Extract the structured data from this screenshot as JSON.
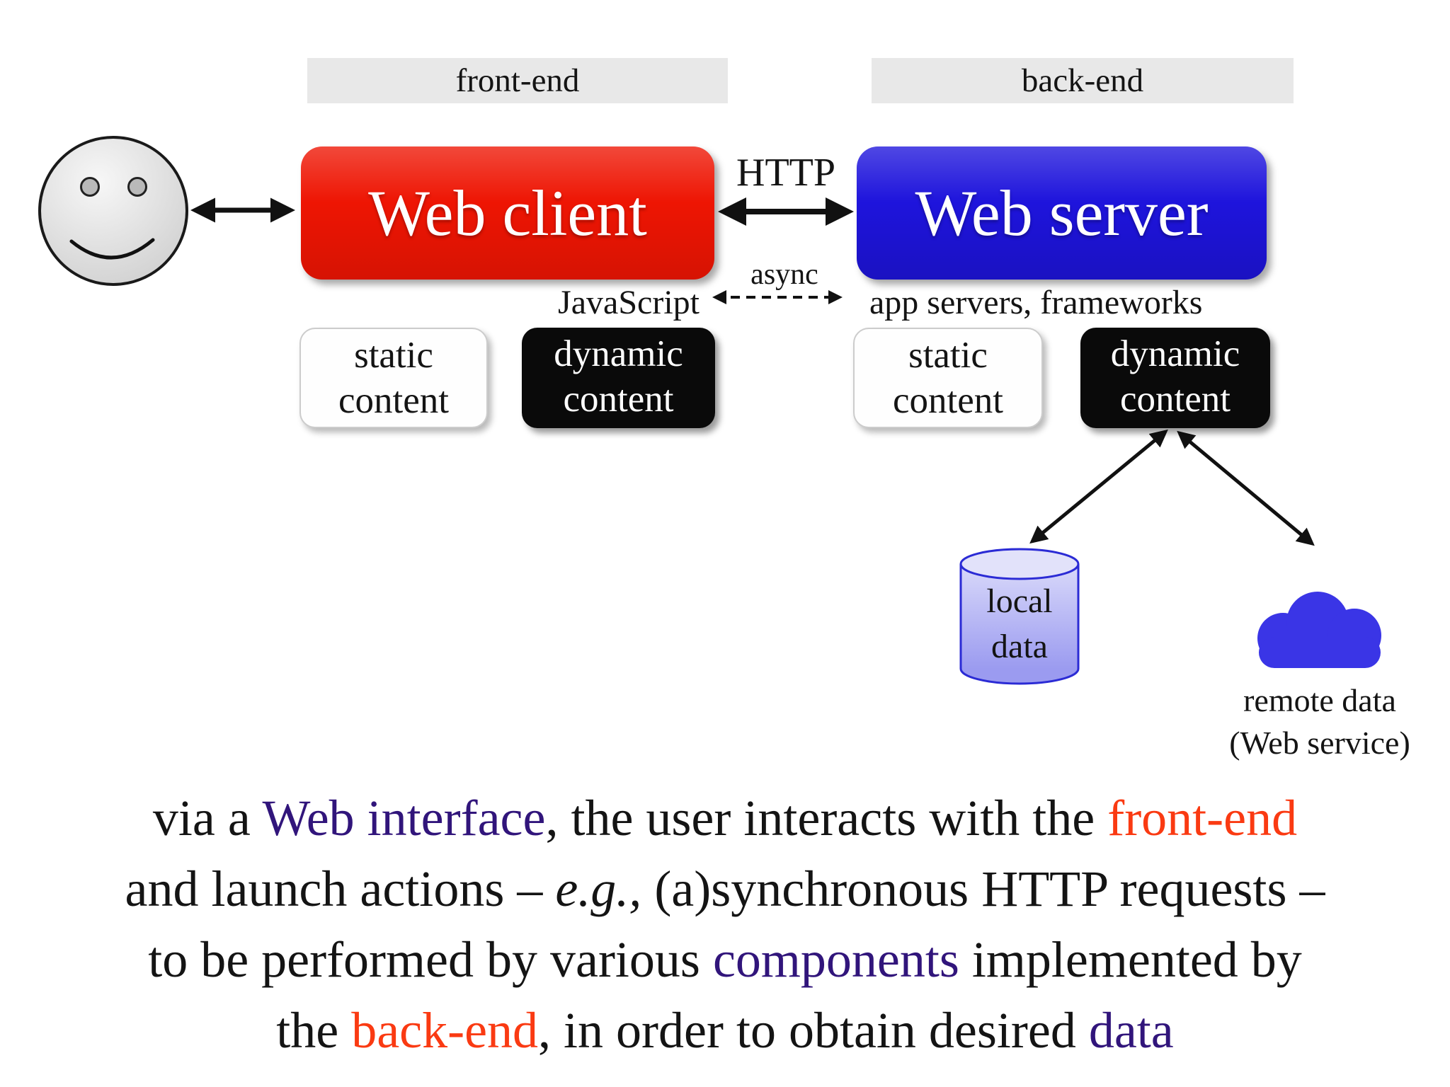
{
  "headers": {
    "front_end": "front-end",
    "back_end": "back-end"
  },
  "nodes": {
    "web_client": {
      "label": "Web client"
    },
    "web_server": {
      "label": "Web server"
    },
    "client_static": {
      "line1": "static",
      "line2": "content"
    },
    "client_dynamic": {
      "line1": "dynamic",
      "line2": "content"
    },
    "server_static": {
      "line1": "static",
      "line2": "content"
    },
    "server_dynamic": {
      "line1": "dynamic",
      "line2": "content"
    },
    "local_data": {
      "line1": "local",
      "line2": "data"
    },
    "remote_data": {
      "line1": "remote data",
      "line2": "(Web service)"
    }
  },
  "edges": {
    "http_label": "HTTP",
    "async_label": "async",
    "javascript_label": "JavaScript",
    "app_servers_label": "app servers, frameworks"
  },
  "icons": {
    "user": "smiley-face-icon",
    "local_data": "database-cylinder-icon",
    "remote_data": "cloud-icon"
  },
  "colors": {
    "client_red": "#ee1503",
    "server_blue": "#1e14dc",
    "accent_purple": "#31157b",
    "accent_orange": "#fa3a12",
    "data_blue": "#3a35e6",
    "banner_gray": "#e8e8e8",
    "ink": "#141414"
  },
  "caption": {
    "lines": [
      [
        {
          "text": "via a ",
          "color": "ink"
        },
        {
          "text": "Web interface",
          "color": "purple"
        },
        {
          "text": ", the user interacts with the ",
          "color": "ink"
        },
        {
          "text": "front-end",
          "color": "orange"
        }
      ],
      [
        {
          "text": "and launch actions – ",
          "color": "ink"
        },
        {
          "text": "e.g.,",
          "color": "ink",
          "italic": true
        },
        {
          "text": " (a)synchronous HTTP requests –",
          "color": "ink"
        }
      ],
      [
        {
          "text": "to be performed by various ",
          "color": "ink"
        },
        {
          "text": "components",
          "color": "purple"
        },
        {
          "text": " implemented by",
          "color": "ink"
        }
      ],
      [
        {
          "text": "the ",
          "color": "ink"
        },
        {
          "text": "back-end",
          "color": "orange"
        },
        {
          "text": ", in order to obtain desired ",
          "color": "ink"
        },
        {
          "text": "data",
          "color": "purple"
        }
      ]
    ]
  }
}
